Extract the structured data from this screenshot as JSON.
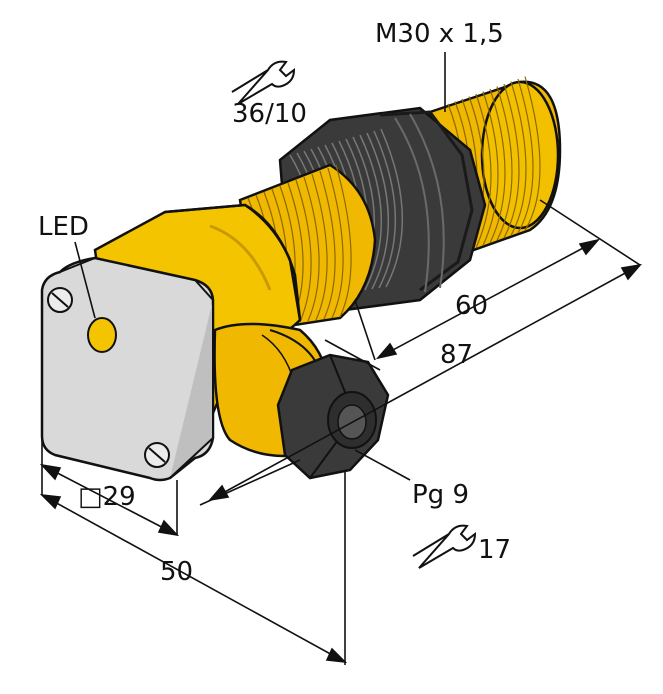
{
  "drawing": {
    "thread_label": "M30 x 1,5",
    "nut_wrench_size": "36/10",
    "led_label": "LED",
    "length_thread": "60",
    "length_total": "87",
    "housing_square": "□29",
    "housing_length": "50",
    "cable_gland": "Pg 9",
    "gland_wrench_size": "17"
  },
  "colors": {
    "housing_yellow": "#f5c400",
    "thread_yellow": "#f0b800",
    "nut_dark": "#3a3a3a",
    "cap_grey": "#d9d9d9",
    "outline": "#111111"
  },
  "icons": [
    "wrench-icon",
    "wrench-icon"
  ]
}
